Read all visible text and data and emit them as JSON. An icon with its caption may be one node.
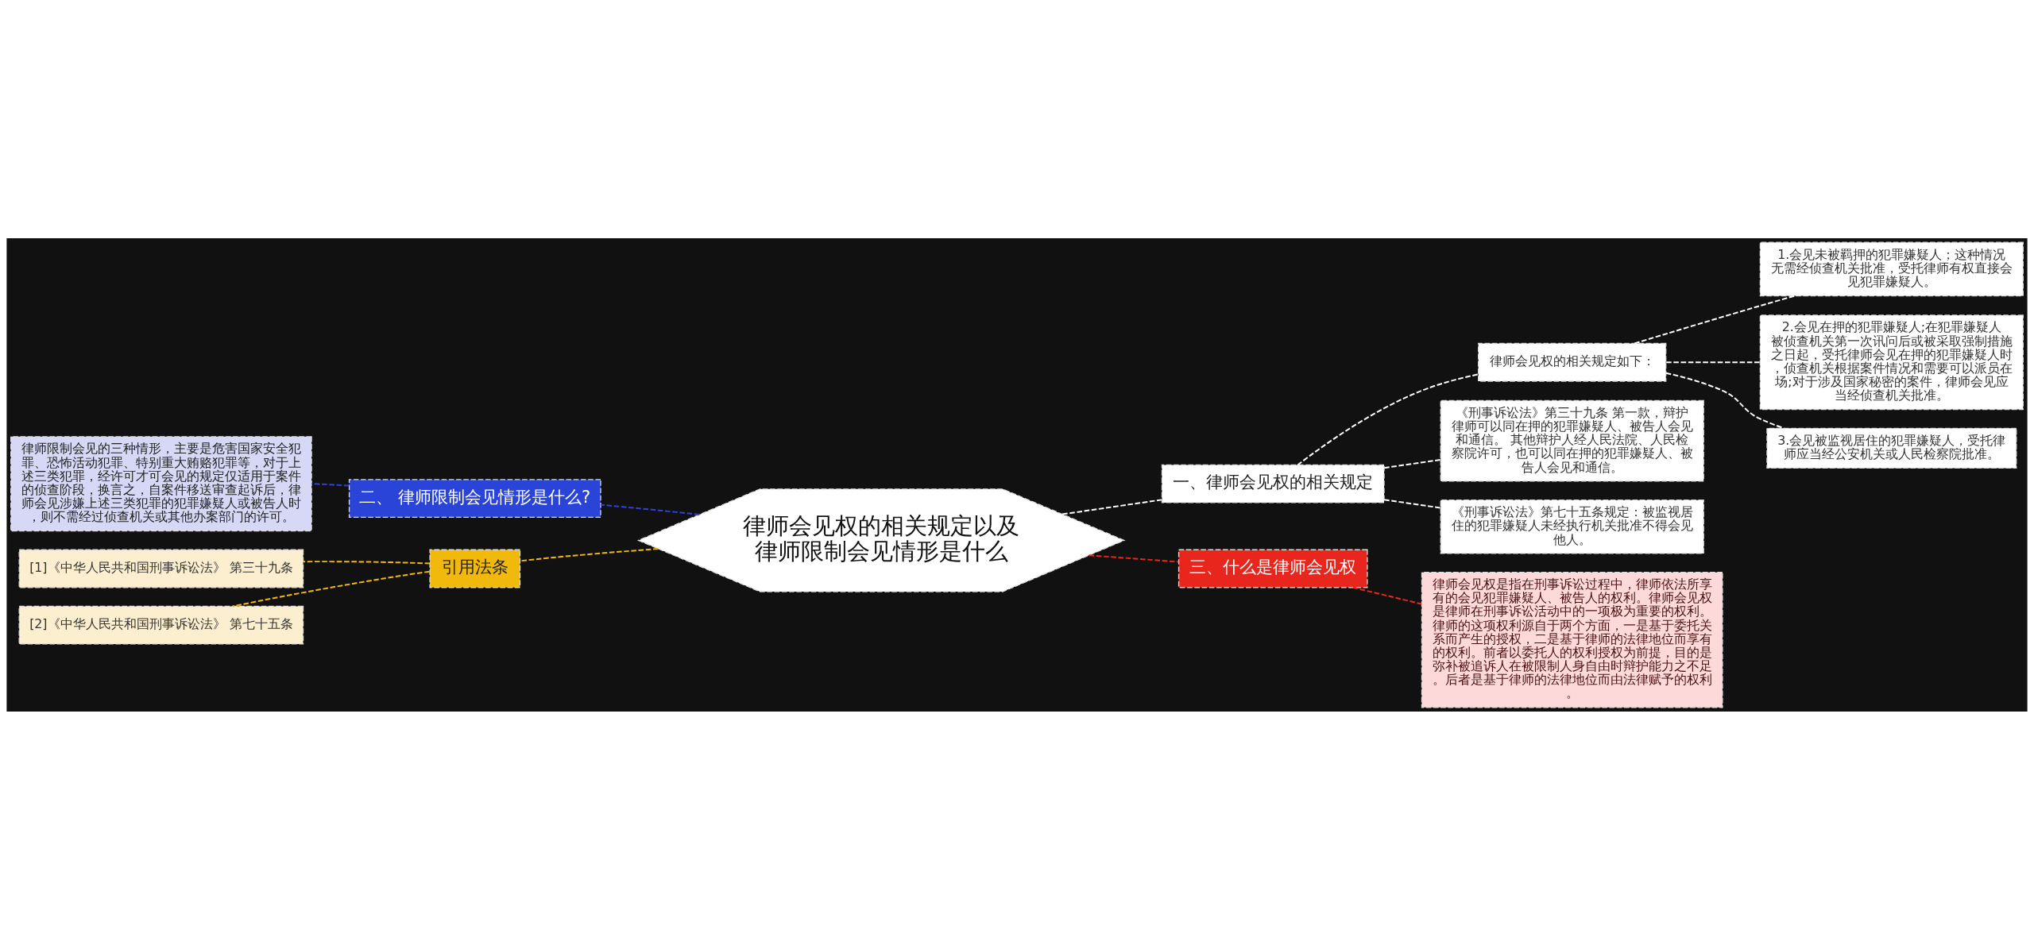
{
  "diagram": {
    "nodes": [
      {
        "text": [
          "律师会见权的相关规定以及律师限制会见情形是什么"
        ]
      },
      {
        "text": [
          "一、律师会见权的相关规定"
        ]
      },
      {
        "text": [
          "律师会见权的相关规定如下："
        ]
      },
      {
        "text": [
          "1.会见未被羁押的犯罪嫌疑人；这种情况无需经侦查机关批准，受托律师有权直接会见犯罪嫌疑人。"
        ]
      },
      {
        "text": [
          "2.会见在押的犯罪嫌疑人;在犯罪嫌疑人被侦查机关第一次讯问后或被采取强制措施之日起，受托律师会见在押的犯罪嫌疑人时，侦查机关根据案件情况和需要可以派员在场;对于涉及国家秘密的案件，律师会见应当经侦查机关批准。"
        ]
      },
      {
        "text": [
          "3.会见被监视居住的犯罪嫌疑人，受托律师应当经公安机关或人民检察院批准。"
        ]
      },
      {
        "text": [
          "《刑事诉讼法》第三十九条 第一款，辩护律师可以同在押的犯罪嫌疑人、被告人会见和通信。 其他辩护人经人民法院、人民检察院许可，也可以同在押的犯罪嫌疑人、被告人会见和通信。"
        ]
      },
      {
        "text": [
          "《刑事诉讼法》第七十五条规定：被监视居住的犯罪嫌疑人未经执行机关批准不得会见他人。"
        ]
      },
      {
        "text": [
          "三、什么是律师会见权"
        ]
      },
      {
        "text": [
          "律师会见权是指在刑事诉讼过程中，律师依法所享有的会见犯罪嫌疑人、被告人的权利。律师会见权是律师在刑事诉讼活动中的一项极为重要的权利。律师的这项权利源自于两个方面，一是基于委托关系而产生的授权，二是基于律师的法律地位而享有的权利。前者以委托人的权利授权为前提，目的是弥补被追诉人在被限制人身自由时辩护能力之不足。后者是基于律师的法律地位而由法律赋予的权利。"
        ]
      },
      {
        "text": [
          "二、 律师限制会见情形是什么?"
        ]
      },
      {
        "text": [
          "律师限制会见的三种情形，主要是危害国家安全犯罪、恐怖活动犯罪、特别重大贿赂犯罪等，对于上述三类犯罪，经许可才可会见的规定仅适用于案件的侦查阶段，换言之，自案件移送审查起诉后，律师会见涉嫌上述三类犯罪的犯罪嫌疑人或被告人时，则不需经过侦查机关或其他办案部门的许可。"
        ]
      },
      {
        "text": [
          "引用法条"
        ]
      },
      {
        "text": [
          "[1]《中华人民共和国刑事诉讼法》 第三十九条"
        ]
      },
      {
        "text": [
          "[2]《中华人民共和国刑事诉讼法》 第七十五条"
        ]
      }
    ],
    "edges": [
      {
        "from": 0,
        "to": 1,
        "arrow": "none",
        "style": "dashed"
      },
      {
        "from": 1,
        "to": 2,
        "arrow": "none",
        "style": "dashed"
      },
      {
        "from": 2,
        "to": 3,
        "arrow": "none",
        "style": "dashed"
      },
      {
        "from": 2,
        "to": 4,
        "arrow": "none",
        "style": "dashed"
      },
      {
        "from": 2,
        "to": 5,
        "arrow": "none",
        "style": "dashed"
      },
      {
        "from": 1,
        "to": 6,
        "arrow": "none",
        "style": "dashed"
      },
      {
        "from": 1,
        "to": 7,
        "arrow": "none",
        "style": "dashed"
      },
      {
        "from": 0,
        "to": 8,
        "arrow": "none",
        "style": "dashed",
        "color": "#e8261e"
      },
      {
        "from": 8,
        "to": 9,
        "arrow": "none",
        "style": "dashed",
        "color": "#e8261e"
      },
      {
        "from": 0,
        "to": 10,
        "arrow": "none",
        "style": "dashed",
        "color": "#2a44d8"
      },
      {
        "from": 10,
        "to": 11,
        "arrow": "none",
        "style": "dashed",
        "color": "#2a44d8"
      },
      {
        "from": 0,
        "to": 12,
        "arrow": "none",
        "style": "dashed",
        "color": "#f0b90b"
      },
      {
        "from": 12,
        "to": 13,
        "arrow": "none",
        "style": "dashed",
        "color": "#f0b90b"
      },
      {
        "from": 12,
        "to": 14,
        "arrow": "none",
        "style": "dashed",
        "color": "#f0b90b"
      }
    ]
  }
}
